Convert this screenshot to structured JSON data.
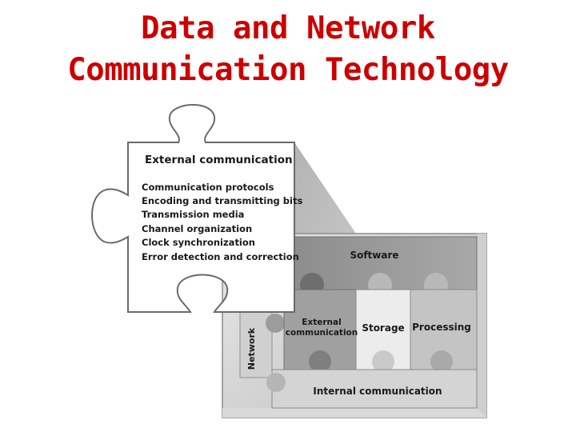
{
  "title": {
    "line1": "Data and Network",
    "line2": "Communication Technology"
  },
  "diagram": {
    "callout_piece": {
      "heading": "External communication",
      "items": [
        "Communication protocols",
        "Encoding and transmitting bits",
        "Transmission media",
        "Channel organization",
        "Clock synchronization",
        "Error detection and correction"
      ]
    },
    "puzzle_box": {
      "software": "Software",
      "network": "Network",
      "external_line1": "External",
      "external_line2": "communication",
      "storage": "Storage",
      "processing": "Processing",
      "internal": "Internal communication"
    }
  }
}
